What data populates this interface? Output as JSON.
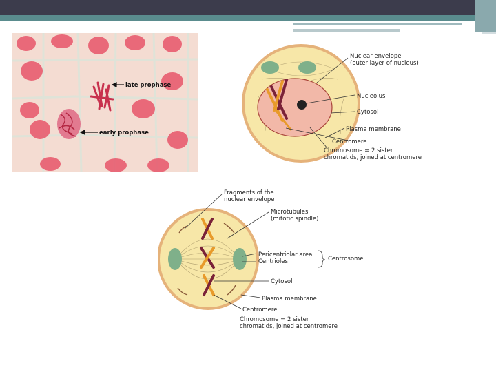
{
  "micrograph": {
    "labels": [
      "late prophase",
      "early prophase"
    ]
  },
  "diagram_top": {
    "labels": [
      "Nuclear envelope",
      "(outer layer of nucleus)",
      "Nucleolus",
      "Cytosol",
      "Plasma membrane",
      "Centromere",
      "Chromosome = 2 sister",
      "chromatids, joined at centromere"
    ]
  },
  "diagram_bottom": {
    "labels": [
      "Fragments of the",
      "nuclear envelope",
      "Microtubules",
      "(mitotic spindle)",
      "Pericentriolar area",
      "Centrioles",
      "Centrosome",
      "Cytosol",
      "Plasma membrane",
      "Centromere",
      "Chromosome = 2 sister",
      "chromatids, joined at centromere"
    ]
  },
  "colors": {
    "header": "#3c3c4c",
    "accent": "#5a8c8e",
    "cell_fill": "#f7e7a8",
    "nucleus_fill": "#f2b8a8",
    "chromosome_orange": "#e89a2a",
    "chromosome_maroon": "#7a2238",
    "centrosome_green": "#7fb08a"
  }
}
